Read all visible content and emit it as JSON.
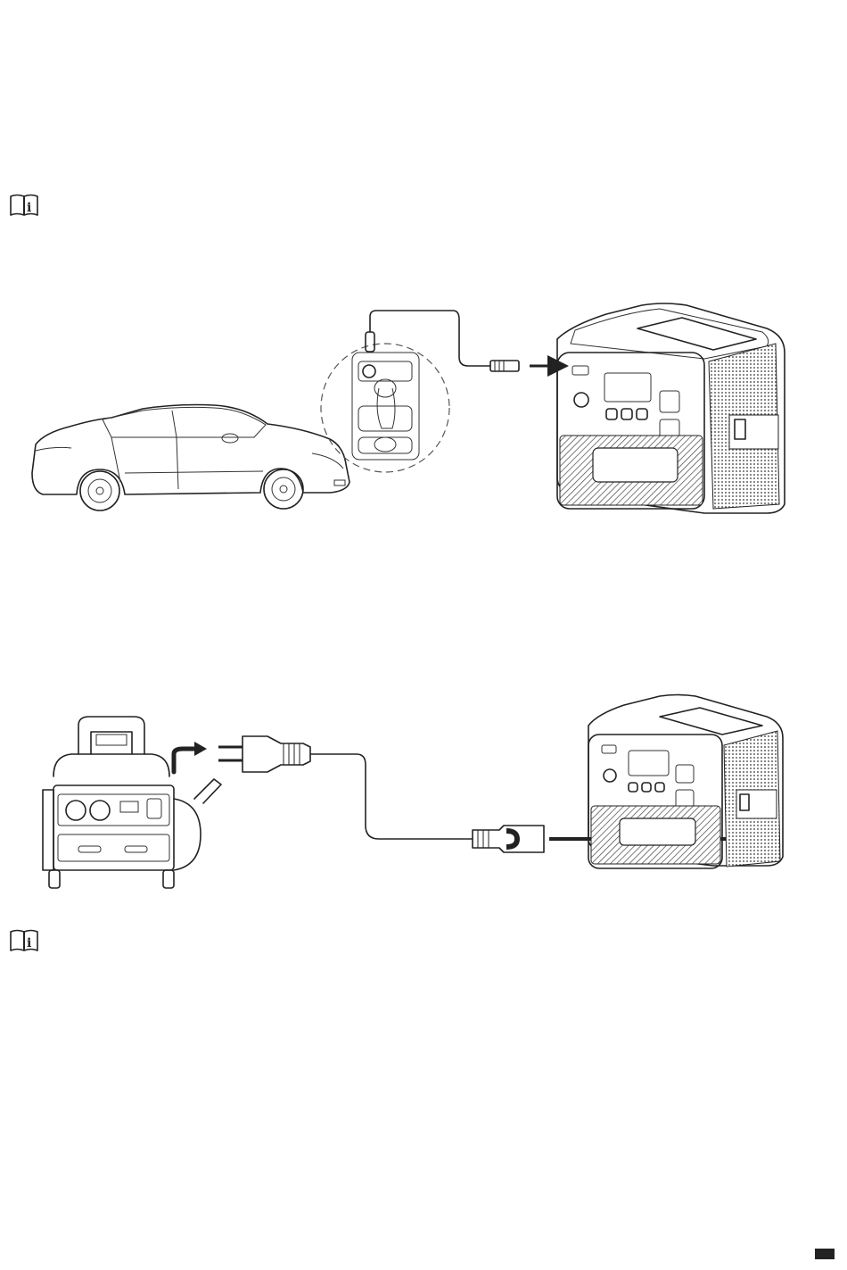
{
  "page": {
    "icons": {
      "note_icon_1": "book-info-icon",
      "note_icon_2": "book-info-icon"
    },
    "figures": [
      {
        "name": "car-charging-figure",
        "devices": [
          "car",
          "car-outlet-inset",
          "car-charging-cable",
          "power-station"
        ]
      },
      {
        "name": "generator-charging-figure",
        "devices": [
          "generator",
          "ac-power-plug",
          "ac-cable",
          "power-station"
        ]
      }
    ],
    "colors": {
      "ink": "#222222",
      "background": "#ffffff"
    }
  }
}
